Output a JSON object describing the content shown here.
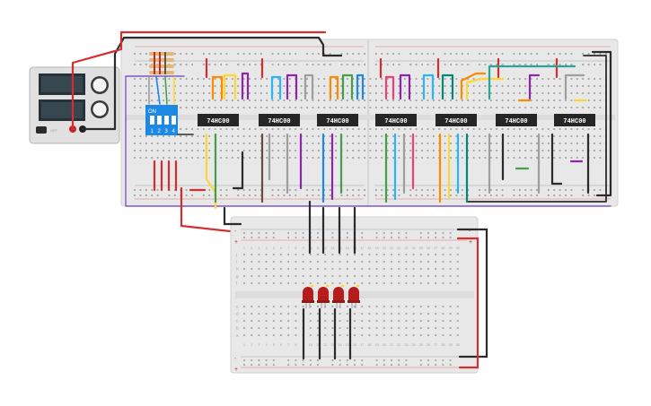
{
  "circuit": {
    "chips": [
      {
        "label": "74HC00"
      },
      {
        "label": "74HC00"
      },
      {
        "label": "74HC00"
      },
      {
        "label": "74HC00"
      },
      {
        "label": "74HC00"
      },
      {
        "label": "74HC00"
      },
      {
        "label": "74HC00"
      }
    ],
    "dip_switch": {
      "on_label": "ON",
      "positions": [
        "1",
        "2",
        "3",
        "4"
      ]
    },
    "power_supply": {
      "toggle_label": "OFF"
    },
    "lower_board": {
      "columns": [
        "1",
        "2",
        "3",
        "4",
        "5",
        "6",
        "7",
        "8",
        "9",
        "10",
        "11",
        "12",
        "13",
        "14",
        "15",
        "16",
        "17",
        "18",
        "19",
        "20",
        "21",
        "22",
        "23",
        "24",
        "25",
        "26",
        "27",
        "28",
        "29",
        "30"
      ],
      "rows_top": [
        "j",
        "i",
        "h",
        "g",
        "f"
      ],
      "rows_bottom": [
        "e",
        "d",
        "c",
        "b",
        "a"
      ],
      "rail_minus": "-",
      "rail_plus": "+"
    },
    "leds": [
      {
        "color": "#b71c1c"
      },
      {
        "color": "#b71c1c"
      },
      {
        "color": "#b71c1c"
      },
      {
        "color": "#b71c1c"
      }
    ],
    "colors": {
      "board": "#e6e6e6",
      "chip": "#262626",
      "wire_red": "#d32f2f",
      "wire_black": "#2b2b2b",
      "dip": "#1e88e5"
    }
  }
}
